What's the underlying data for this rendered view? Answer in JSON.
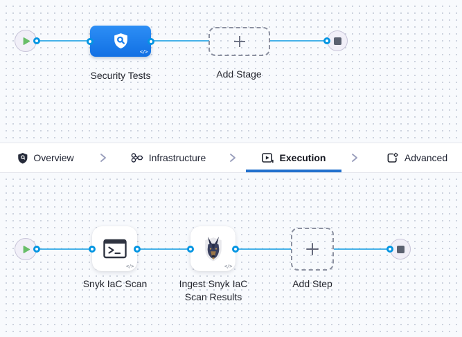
{
  "stage_graph": {
    "start_node": {
      "icon": "play"
    },
    "end_node": {
      "icon": "stop"
    },
    "stage_node": {
      "label": "Security Tests",
      "icon": "security-scan-shield",
      "code_badge": "</>"
    },
    "add_stage": {
      "label": "Add Stage",
      "icon": "plus"
    }
  },
  "tab_bar": {
    "separator_icon": "chevron-right",
    "tabs": [
      {
        "label": "Overview",
        "icon": "shield",
        "active": false
      },
      {
        "label": "Infrastructure",
        "icon": "infrastructure-nodes",
        "active": false
      },
      {
        "label": "Execution",
        "icon": "play-square",
        "active": true
      },
      {
        "label": "Advanced",
        "icon": "gear-square",
        "active": false
      }
    ]
  },
  "execution_graph": {
    "start_node": {
      "icon": "play"
    },
    "end_node": {
      "icon": "stop"
    },
    "steps": [
      {
        "label": "Snyk IaC Scan",
        "icon": "terminal",
        "code_badge": "</>"
      },
      {
        "label": "Ingest Snyk IaC Scan Results",
        "icon": "snyk-dog",
        "code_badge": "</>"
      },
      {
        "label": "Add Step",
        "icon": "plus"
      }
    ]
  },
  "colors": {
    "canvas_bg": "#f8fafd",
    "grid_dot": "#c9cfdb",
    "connector": "#45b1e8",
    "port_ring": "#0295e2",
    "stage_blue": "#1d80ee",
    "active_tab_underline": "#2170cd",
    "play_green": "#68bd68",
    "stop_gray": "#5b6170"
  }
}
